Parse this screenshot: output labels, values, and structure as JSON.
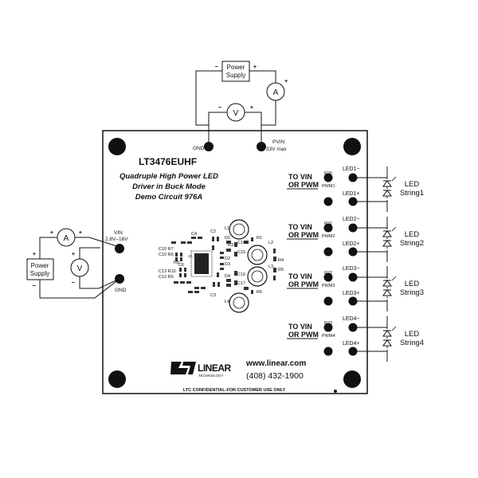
{
  "board": {
    "part_number": "LT3476EUHF",
    "description_lines": [
      "Quadruple High Power LED",
      "Driver in Buck Mode",
      "Demo Circuit 976A"
    ],
    "confidential": "LTC CONFIDENTIAL-FOR CUSTOMER USE ONLY",
    "website": "www.linear.com",
    "phone": "(408) 432-1900",
    "logo_text": "LINEAR",
    "logo_sub": "TECHNOLOGY"
  },
  "top_supply": {
    "label_line1": "Power",
    "label_line2": "Supply",
    "plus": "+",
    "minus": "−",
    "ammeter": "A",
    "voltmeter": "V",
    "gnd": "GND",
    "pvin": "PVIN",
    "pvin_range": "33V max"
  },
  "left_supply": {
    "label_line1": "Power",
    "label_line2": "Supply",
    "plus": "+",
    "minus": "−",
    "ammeter": "A",
    "voltmeter": "V",
    "vin": "VIN",
    "vin_range": "2.8V–16V",
    "gnd": "GND"
  },
  "channels": [
    {
      "to_vin": "TO VIN",
      "or_pwm": "OR PWM",
      "resistor": "R20",
      "pwm": "PWM1",
      "led_minus": "LED1−",
      "led_plus": "LED1+",
      "string_line1": "LED",
      "string_line2": "String1"
    },
    {
      "to_vin": "TO VIN",
      "or_pwm": "OR PWM",
      "resistor": "R21",
      "pwm": "PWM2",
      "led_minus": "LED2−",
      "led_plus": "LED2+",
      "string_line1": "LED",
      "string_line2": "String2"
    },
    {
      "to_vin": "TO VIN",
      "or_pwm": "OR PWM",
      "resistor": "R22",
      "pwm": "PWM3",
      "led_minus": "LED3−",
      "led_plus": "LED3+",
      "string_line1": "LED",
      "string_line2": "String3"
    },
    {
      "to_vin": "TO VIN",
      "or_pwm": "OR PWM",
      "resistor": "R23",
      "pwm": "PWM4",
      "led_minus": "LED4−",
      "led_plus": "LED4+",
      "string_line1": "LED",
      "string_line2": "String4"
    }
  ],
  "components": {
    "c4": "C4",
    "c2": "C2",
    "c10r7": "C10 R7",
    "c10r6": "C10 R6",
    "c13r10": "C13 R10",
    "c12r9": "C12 R9",
    "r8": "R8",
    "c6": "C6",
    "c3": "C3",
    "l1": "L1",
    "l2": "L2",
    "l3": "L3",
    "l4": "L4",
    "d1": "D1",
    "d2": "D2",
    "d3": "D3",
    "d4": "D4",
    "r1": "R1",
    "r4": "R4",
    "r5": "R5",
    "c14": "C14",
    "c15": "C15",
    "c16": "C16",
    "c17": "C17",
    "r3": "R3",
    "r6": "R6",
    "u1": "U1"
  }
}
